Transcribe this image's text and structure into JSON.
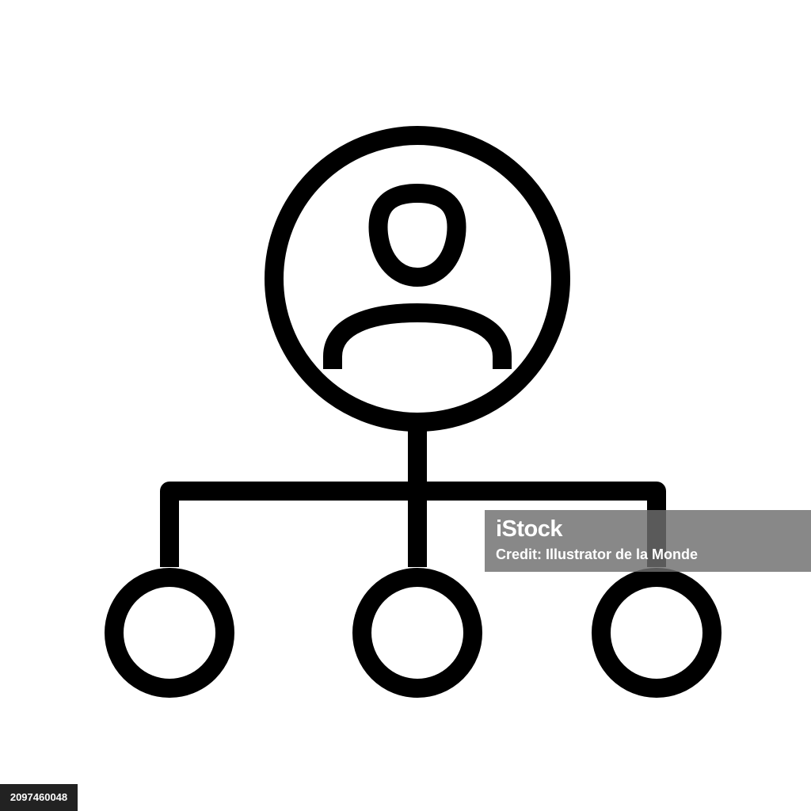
{
  "icon": {
    "name": "organization-hierarchy-icon",
    "stroke_color": "#000000",
    "background_color": "#ffffff"
  },
  "watermark": {
    "logo_text": "iStock",
    "credit_text": "Credit: Illustrator de la Monde",
    "background_color": "#6e6e6e"
  },
  "image_id": {
    "text": "2097460048"
  }
}
